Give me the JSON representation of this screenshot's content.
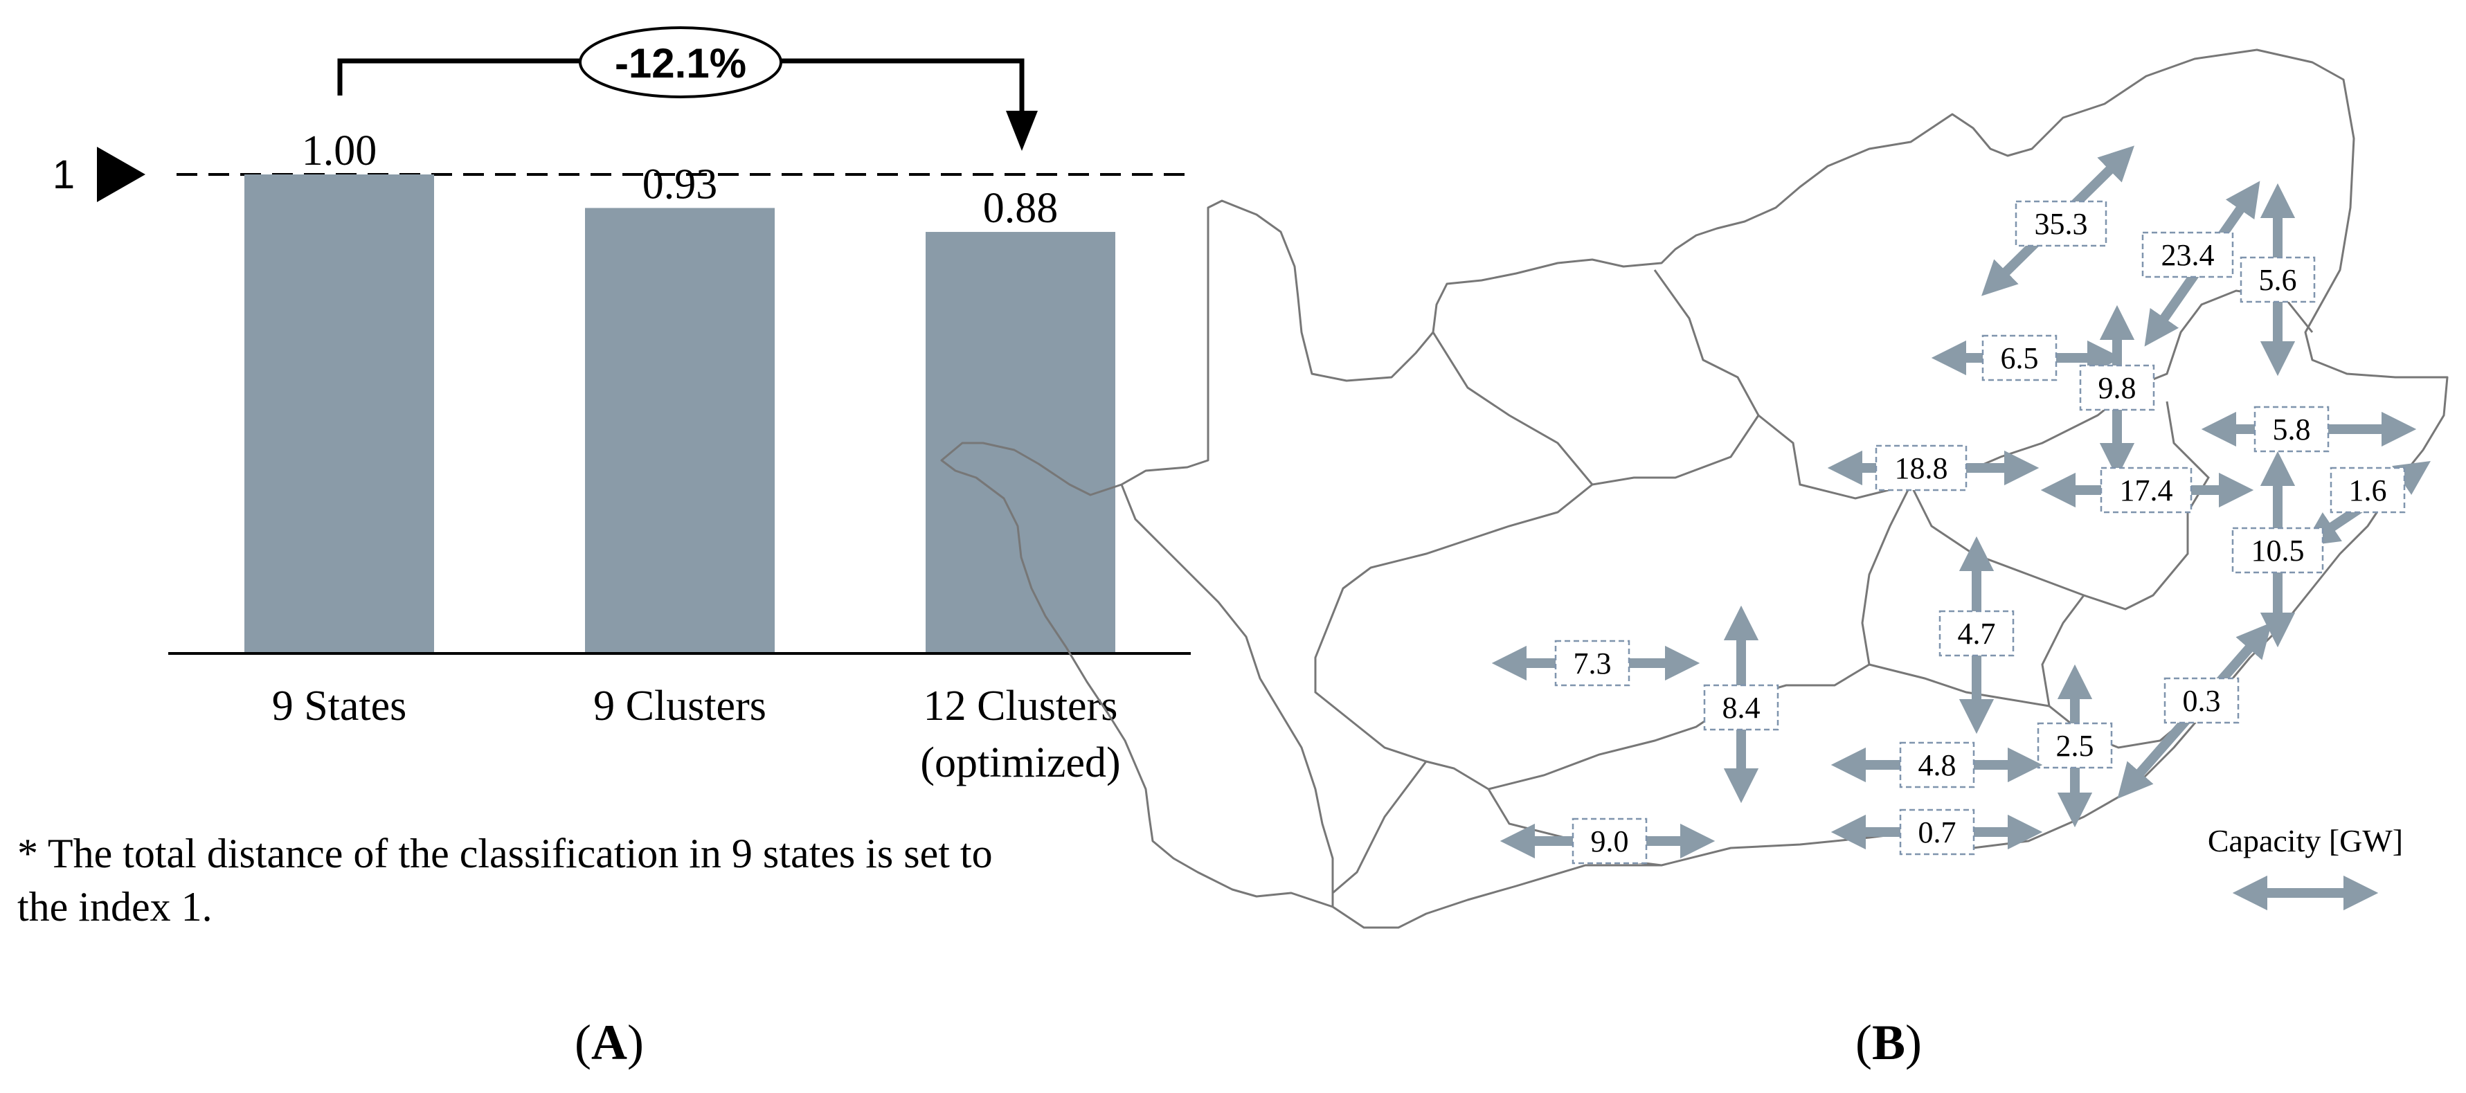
{
  "chart_data": [
    {
      "type": "bar",
      "categories": [
        "9 States",
        "9 Clusters",
        "12 Clusters\n(optimized)"
      ],
      "values": [
        1.0,
        0.93,
        0.88
      ],
      "value_labels": [
        "1.00",
        "0.93",
        "0.88"
      ],
      "ylim": [
        0,
        1.2
      ],
      "reference_value": 1,
      "reference_marker_label": "1",
      "change_label": "-12.1%",
      "footnote": "* The total distance of the classification in 9 states is set to the index 1.",
      "panel_label": "(A)",
      "bar_color": "#8a9ba8",
      "grid": false
    },
    {
      "type": "map",
      "legend_title": "Capacity [GW]",
      "arrow_color": "#8a9ba8",
      "panel_label": "(B)",
      "flows": [
        {
          "value": 35.3,
          "label": "35.3"
        },
        {
          "value": 23.4,
          "label": "23.4"
        },
        {
          "value": 5.6,
          "label": "5.6"
        },
        {
          "value": 6.5,
          "label": "6.5"
        },
        {
          "value": 9.8,
          "label": "9.8"
        },
        {
          "value": 5.8,
          "label": "5.8"
        },
        {
          "value": 18.8,
          "label": "18.8"
        },
        {
          "value": 17.4,
          "label": "17.4"
        },
        {
          "value": 1.6,
          "label": "1.6"
        },
        {
          "value": 10.5,
          "label": "10.5"
        },
        {
          "value": 4.7,
          "label": "4.7"
        },
        {
          "value": 7.3,
          "label": "7.3"
        },
        {
          "value": 8.4,
          "label": "8.4"
        },
        {
          "value": 0.3,
          "label": "0.3"
        },
        {
          "value": 2.5,
          "label": "2.5"
        },
        {
          "value": 4.8,
          "label": "4.8"
        },
        {
          "value": 0.7,
          "label": "0.7"
        },
        {
          "value": 9.0,
          "label": "9.0"
        }
      ]
    }
  ]
}
